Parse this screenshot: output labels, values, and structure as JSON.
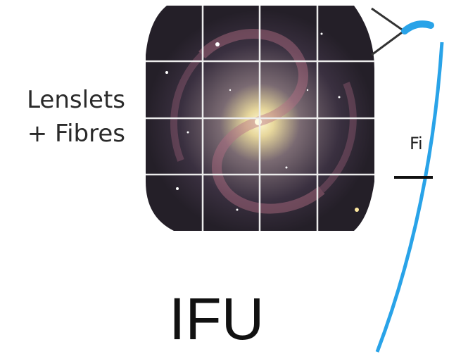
{
  "labels": {
    "side_line1": "Lenslets",
    "side_line2": "+ Fibres",
    "cut_text": "Fi",
    "main": "IFU"
  },
  "colors": {
    "fibre": "#29a3e8",
    "grid": "#e8e8e8",
    "galaxy_core": "#fff6c8",
    "galaxy_arm": "#c27a90",
    "galaxy_bg": "#2b2530"
  }
}
